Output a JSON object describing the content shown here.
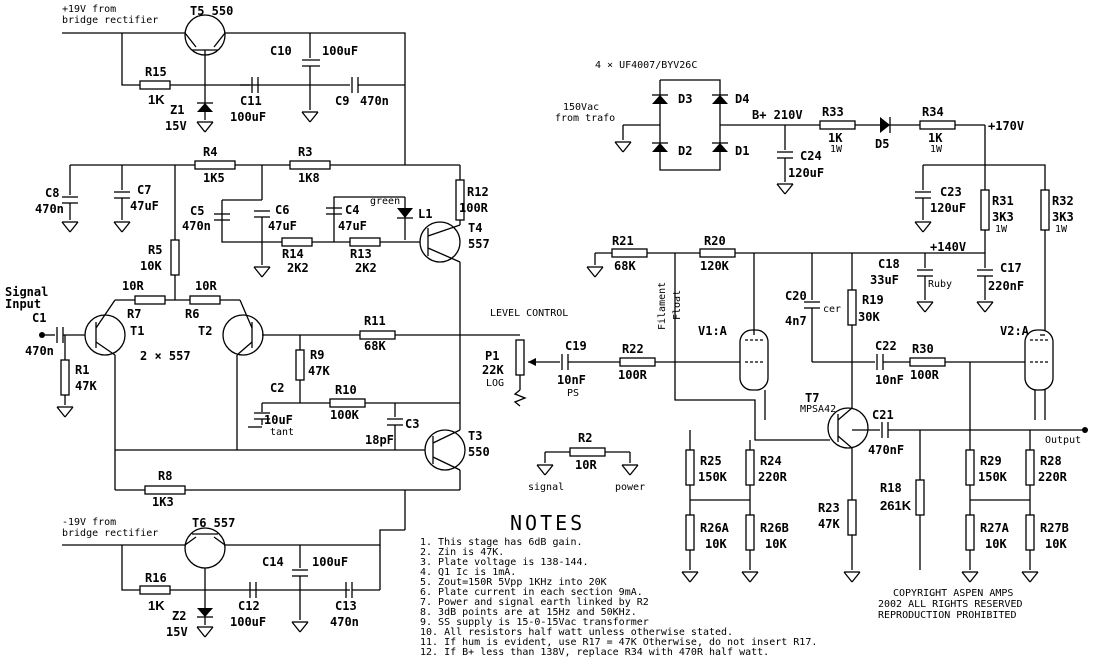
{
  "supply_top": {
    "line1": "+19V from",
    "line2": "bridge rectifier"
  },
  "supply_bottom": {
    "line1": "-19V from",
    "line2": "bridge rectifier"
  },
  "rectifier_title": "4 × UF4007/BYV26C",
  "trafo": {
    "line1": "150Vac",
    "line2": "from trafo"
  },
  "input": {
    "line1": "Signal",
    "line2": "Input"
  },
  "level_control": "LEVEL CONTROL",
  "filament": {
    "line1": "Filament",
    "line2": "Float"
  },
  "output_label": "Output",
  "rails": {
    "b_plus": "B+ 210V",
    "v170": "+170V",
    "v140": "+140V"
  },
  "tubes": {
    "v1": "V1:A",
    "v2": "V2:A"
  },
  "transistors": {
    "t5": "T5 550",
    "t6": "T6 557",
    "t1": "T1",
    "t2": "T2",
    "pair": "2 × 557",
    "t3": "T3",
    "t3v": "550",
    "t4": "T4",
    "t4v": "557",
    "t7": "T7",
    "t7v": "MPSA42"
  },
  "components": {
    "R15": {
      "name": "R15",
      "value": "1K"
    },
    "Z1": {
      "name": "Z1",
      "value": "15V"
    },
    "C10": {
      "name": "C10",
      "value": "100uF"
    },
    "C11": {
      "name": "C11",
      "value": "100uF"
    },
    "C9": {
      "name": "C9",
      "value": "470n"
    },
    "R4": {
      "name": "R4",
      "value": "1K5"
    },
    "R3": {
      "name": "R3",
      "value": "1K8"
    },
    "R12": {
      "name": "R12",
      "value": "100R"
    },
    "C8": {
      "name": "C8",
      "value": "470n"
    },
    "C7": {
      "name": "C7",
      "value": "47uF"
    },
    "C5": {
      "name": "C5",
      "value": "470n"
    },
    "C6": {
      "name": "C6",
      "value": "47uF"
    },
    "C4": {
      "name": "C4",
      "value": "47uF"
    },
    "L1": {
      "name": "L1",
      "value": "green"
    },
    "R14": {
      "name": "R14",
      "value": "2K2"
    },
    "R13": {
      "name": "R13",
      "value": "2K2"
    },
    "R5": {
      "name": "R5",
      "value": "10K"
    },
    "R7": {
      "name": "R7",
      "value": "10R"
    },
    "R6": {
      "name": "R6",
      "value": "10R"
    },
    "C1": {
      "name": "C1",
      "value": "470n"
    },
    "R1": {
      "name": "R1",
      "value": "47K"
    },
    "R11": {
      "name": "R11",
      "value": "68K"
    },
    "R9": {
      "name": "R9",
      "value": "47K"
    },
    "C2": {
      "name": "C2",
      "value": "10uF",
      "note": "tant"
    },
    "R10": {
      "name": "R10",
      "value": "100K"
    },
    "C3": {
      "name": "C3",
      "value": "18pF"
    },
    "R8": {
      "name": "R8",
      "value": "1K3"
    },
    "R16": {
      "name": "R16",
      "value": "1K"
    },
    "Z2": {
      "name": "Z2",
      "value": "15V"
    },
    "C14": {
      "name": "C14",
      "value": "100uF"
    },
    "C12": {
      "name": "C12",
      "value": "100uF"
    },
    "C13": {
      "name": "C13",
      "value": "470n"
    },
    "D1": {
      "name": "D1"
    },
    "D2": {
      "name": "D2"
    },
    "D3": {
      "name": "D3"
    },
    "D4": {
      "name": "D4"
    },
    "D5": {
      "name": "D5"
    },
    "R33": {
      "name": "R33",
      "value": "1K",
      "watt": "1W"
    },
    "R34": {
      "name": "R34",
      "value": "1K",
      "watt": "1W"
    },
    "C24": {
      "name": "C24",
      "value": "120uF"
    },
    "C23": {
      "name": "C23",
      "value": "120uF"
    },
    "R31": {
      "name": "R31",
      "value": "3K3",
      "watt": "1W"
    },
    "R32": {
      "name": "R32",
      "value": "3K3",
      "watt": "1W"
    },
    "R21": {
      "name": "R21",
      "value": "68K"
    },
    "R20": {
      "name": "R20",
      "value": "120K"
    },
    "C18": {
      "name": "C18",
      "value": "33uF",
      "note": "Ruby"
    },
    "C17": {
      "name": "C17",
      "value": "220nF"
    },
    "C20": {
      "name": "C20",
      "value": "4n7",
      "note": "cer"
    },
    "R19": {
      "name": "R19",
      "value": "30K"
    },
    "P1": {
      "name": "P1",
      "value": "22K",
      "note": "LOG"
    },
    "C19": {
      "name": "C19",
      "value": "10nF",
      "note": "PS"
    },
    "R22": {
      "name": "R22",
      "value": "100R"
    },
    "C22": {
      "name": "C22",
      "value": "10nF"
    },
    "R30": {
      "name": "R30",
      "value": "100R"
    },
    "C21": {
      "name": "C21",
      "value": "470nF"
    },
    "R25": {
      "name": "R25",
      "value": "150K"
    },
    "R24": {
      "name": "R24",
      "value": "220R"
    },
    "R26A": {
      "name": "R26A",
      "value": "10K"
    },
    "R26B": {
      "name": "R26B",
      "value": "10K"
    },
    "R23": {
      "name": "R23",
      "value": "47K"
    },
    "R18": {
      "name": "R18",
      "value": "261K"
    },
    "R29": {
      "name": "R29",
      "value": "150K"
    },
    "R28": {
      "name": "R28",
      "value": "220R"
    },
    "R27A": {
      "name": "R27A",
      "value": "10K"
    },
    "R27B": {
      "name": "R27B",
      "value": "10K"
    },
    "R2": {
      "name": "R2",
      "value": "10R",
      "left": "signal",
      "right": "power"
    }
  },
  "notes": {
    "title": "NOTES",
    "items": [
      "1. This stage has 6dB gain.",
      "2. Zin is 47K.",
      "3. Plate voltage is 138-144.",
      "4. Q1 Ic is 1mA.",
      "5. Zout=150R 5Vpp 1KHz into 20K",
      "6. Plate current in each section 9mA.",
      "7. Power and signal earth linked by R2",
      "8. 3dB points are at 15Hz and 50KHz.",
      "9. SS supply is 15-0-15Vac transformer",
      "10. All resistors half watt unless otherwise stated.",
      "11. If hum is evident, use R17 = 47K  Otherwise, do not insert R17.",
      "12. If B+ less than 138V, replace R34 with 470R half watt."
    ]
  },
  "copyright": {
    "line1": "COPYRIGHT ASPEN AMPS",
    "line2": "2002 ALL RIGHTS RESERVED",
    "line3": "REPRODUCTION PROHIBITED"
  }
}
